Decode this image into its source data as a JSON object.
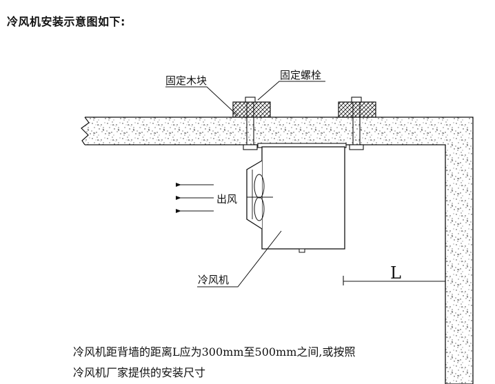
{
  "title": "冷风机安装示意图如下:",
  "labels": {
    "wood_block": "固定木块",
    "bolt": "固定螺栓",
    "outlet": "出风",
    "unit": "冷风机",
    "distance": "L"
  },
  "note": {
    "line1": "冷风机距背墙的距离L应为300mm至500mm之间,或按照",
    "line2": "冷风机厂家提供的安装尺寸"
  }
}
